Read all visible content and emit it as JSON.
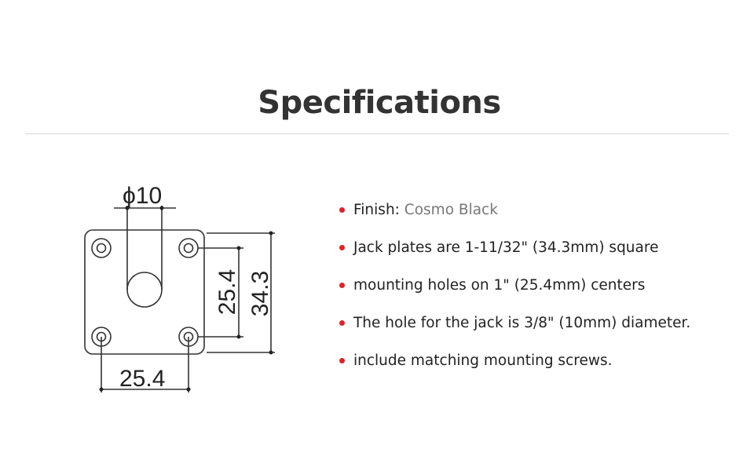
{
  "page": {
    "title": "Specifications"
  },
  "diagram": {
    "hole_label": "ϕ10",
    "width_label": "25.4",
    "inner_height_label": "25.4",
    "outer_height_label": "34.3"
  },
  "specs": [
    {
      "label": "Finish:",
      "value": "Cosmo Black"
    },
    {
      "label": "Jack plates are 1-11/32\" (34.3mm) square"
    },
    {
      "label": "mounting holes on 1\" (25.4mm) centers"
    },
    {
      "label": "The hole for the jack is 3/8\" (10mm) diameter."
    },
    {
      "label": "include matching mounting screws."
    }
  ],
  "colors": {
    "bullet": "#e0202a",
    "title": "#333333",
    "value_text": "#777777"
  }
}
